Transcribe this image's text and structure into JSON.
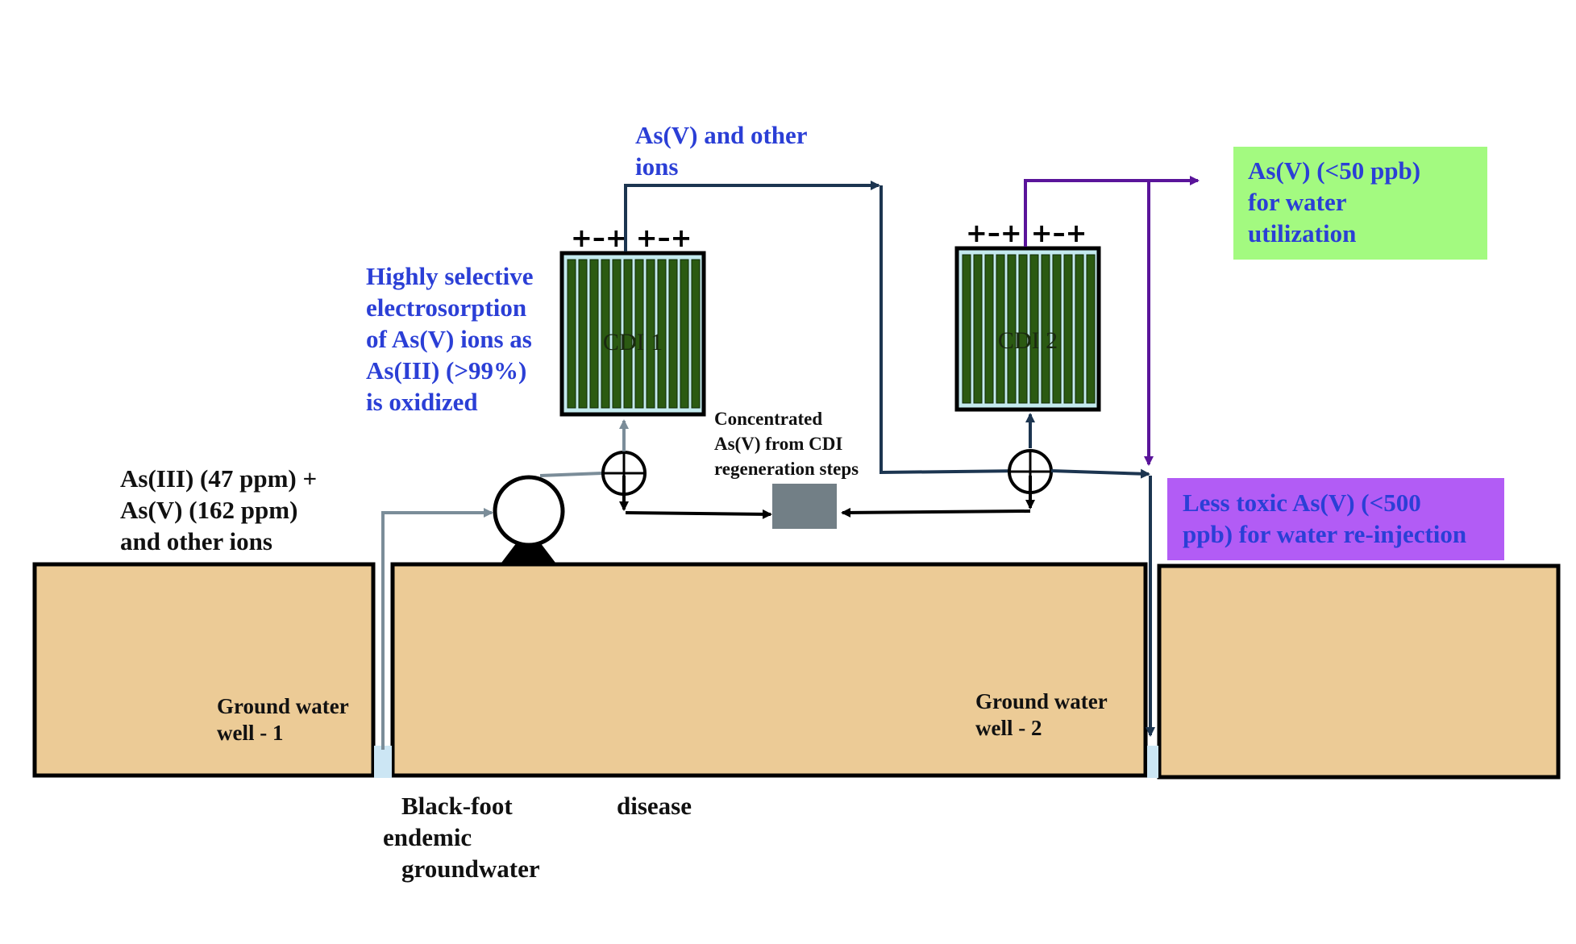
{
  "labels": {
    "as_other_ions": "As(V) and other\nions",
    "electrosorption": "Highly selective\nelectrosorption\nof As(V) ions as\nAs(III) (>99%)\nis oxidized",
    "feed": "As(III) (47 ppm) +\nAs(V) (162 ppm)\nand other ions",
    "concentrated": "Concentrated\nAs(V) from CDI\nregeneration steps",
    "utilization": "As(V) (<50 ppb)\nfor water\nutilization",
    "reinjection": "Less toxic As(V) (<500\nppb) for water re-injection",
    "well1": "Ground water\nwell - 1",
    "well2": "Ground water\nwell - 2",
    "blackfoot": "Black-foot",
    "disease": "disease",
    "endemic": "endemic",
    "groundwater": "groundwater",
    "cdi1": "CDI 1",
    "cdi2": "CDI 2",
    "polarity": "+–+ +–+"
  },
  "colors": {
    "ground": "#eccb96",
    "utilization_box": "#a3fa80",
    "reinjection_box": "#b25cf5",
    "label_blue": "#2b3fd6",
    "pipe_dark": "#1c3550",
    "pipe_gray": "#7b8d99",
    "pipe_purple": "#5a149a",
    "electrode_green": "#2b5a12",
    "cdi_bg": "#c4eaee",
    "collector": "#727f86"
  }
}
